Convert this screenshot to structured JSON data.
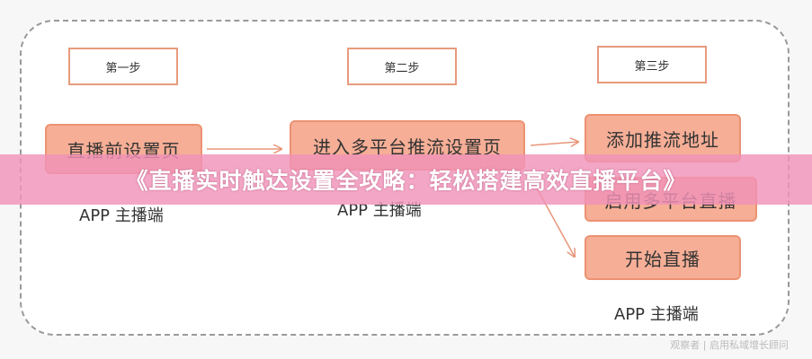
{
  "steps": {
    "step1": "第一步",
    "step2": "第二步",
    "step3": "第三步"
  },
  "nodes": {
    "pre_setting": "直播前设置页",
    "multi_platform": "进入多平台推流设置页",
    "add_address": "添加推流地址",
    "enable_multi": "启用多平台直播",
    "start_live": "开始直播"
  },
  "captions": {
    "caption1": "APP 主播端",
    "caption2": "APP 主播端",
    "caption3": "APP 主播端"
  },
  "banner": {
    "title": "《直播实时触达设置全攻略：轻松搭建高效直播平台》"
  },
  "watermark": {
    "text": "观察者 | 启用私域增长顾问"
  },
  "colors": {
    "node_fill": "#f6ae96",
    "node_border": "#ec9272",
    "banner": "#f092b8",
    "arrow": "#e8967a"
  }
}
